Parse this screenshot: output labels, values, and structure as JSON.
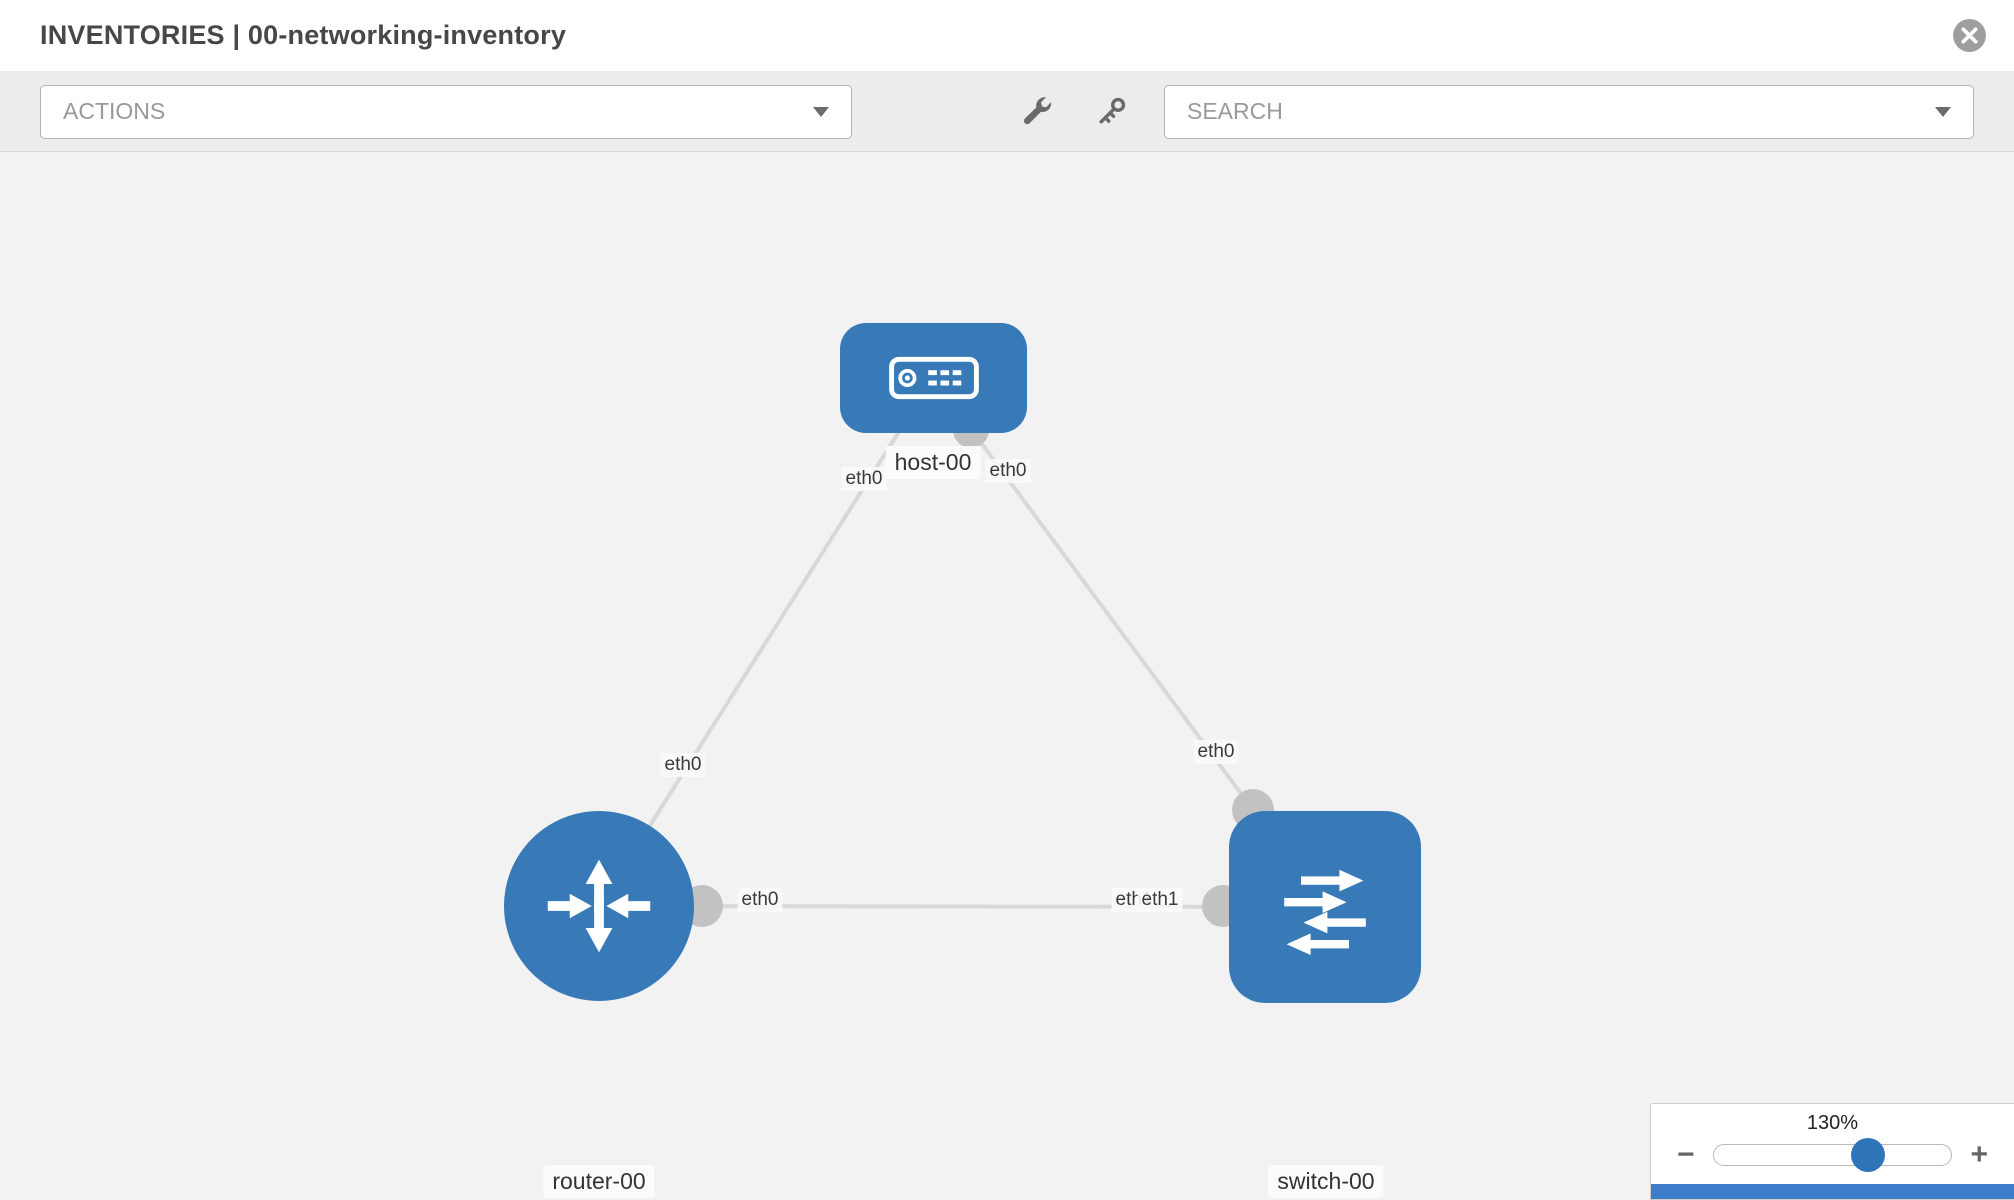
{
  "header": {
    "title": "INVENTORIES | 00-networking-inventory"
  },
  "toolbar": {
    "actions_label": "ACTIONS",
    "search_label": "SEARCH",
    "icons": [
      "wrench-icon",
      "key-icon"
    ]
  },
  "topology": {
    "nodes": [
      {
        "id": "host-00",
        "label": "host-00",
        "type": "host"
      },
      {
        "id": "router-00",
        "label": "router-00",
        "type": "router"
      },
      {
        "id": "switch-00",
        "label": "switch-00",
        "type": "switch"
      }
    ],
    "links": [
      {
        "from": "host-00",
        "to": "router-00",
        "from_label": "eth0",
        "to_label": "eth0"
      },
      {
        "from": "host-00",
        "to": "switch-00",
        "from_label": "eth0",
        "to_label": "eth0"
      },
      {
        "from": "router-00",
        "to": "switch-00",
        "from_label": "eth0",
        "to_label": "eth1",
        "to_label_overlapped": "eth1"
      }
    ]
  },
  "zoom": {
    "level": "130%",
    "zoom_out_label": "−",
    "zoom_in_label": "+"
  },
  "colors": {
    "node_fill": "#3879b7",
    "link_stroke": "#d8d8d8",
    "endpoint_fill": "#c2c2c2",
    "slider_knob": "#2d74b9",
    "legend_bar": "#3d7dcb",
    "canvas_bg": "#f2f2f2"
  }
}
